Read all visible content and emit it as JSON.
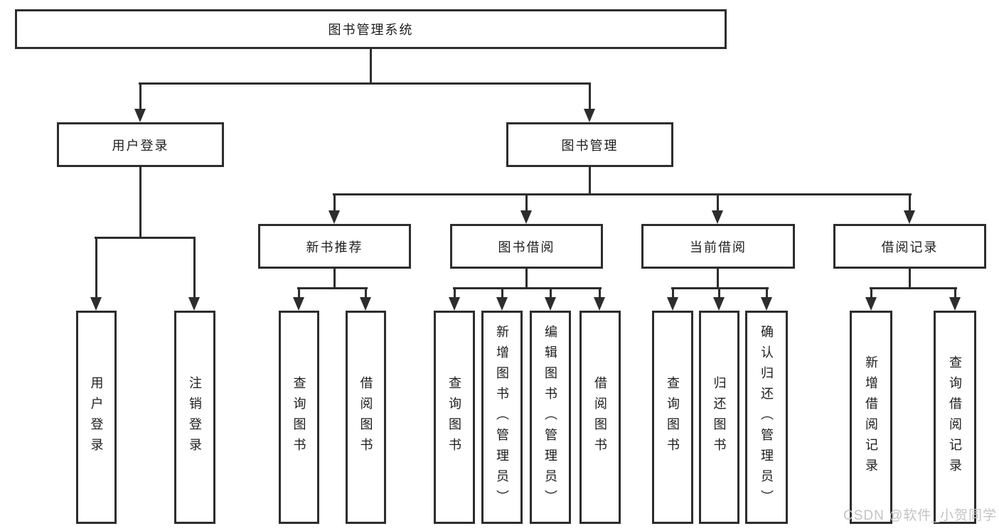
{
  "diagram": {
    "title": "图书管理系统",
    "root": {
      "label": "图书管理系统"
    },
    "level2": [
      {
        "label": "用户登录"
      },
      {
        "label": "图书管理"
      }
    ],
    "level3": [
      {
        "label": "新书推荐"
      },
      {
        "label": "图书借阅"
      },
      {
        "label": "当前借阅"
      },
      {
        "label": "借阅记录"
      }
    ],
    "level4": {
      "user_login": [
        {
          "label": "用户登录"
        },
        {
          "label": "注销登录"
        }
      ],
      "new_books": [
        {
          "label": "查询图书"
        },
        {
          "label": "借阅图书"
        }
      ],
      "book_borrow": [
        {
          "label": "查询图书"
        },
        {
          "label": "新增图书（管理员）"
        },
        {
          "label": "编辑图书（管理员）"
        },
        {
          "label": "借阅图书"
        }
      ],
      "current_borrow": [
        {
          "label": "查询图书"
        },
        {
          "label": "归还图书"
        },
        {
          "label": "确认归还（管理员）"
        }
      ],
      "borrow_records": [
        {
          "label": "新增借阅记录"
        },
        {
          "label": "查询借阅记录"
        }
      ]
    }
  },
  "watermark": {
    "text": "CSDN @软件_小贺同学",
    "color": "#c3c3c3"
  },
  "colors": {
    "line": "#2d2d2d",
    "text": "#1d1d1d",
    "box_background": "#ffffff",
    "page_background": "#ffffff"
  }
}
